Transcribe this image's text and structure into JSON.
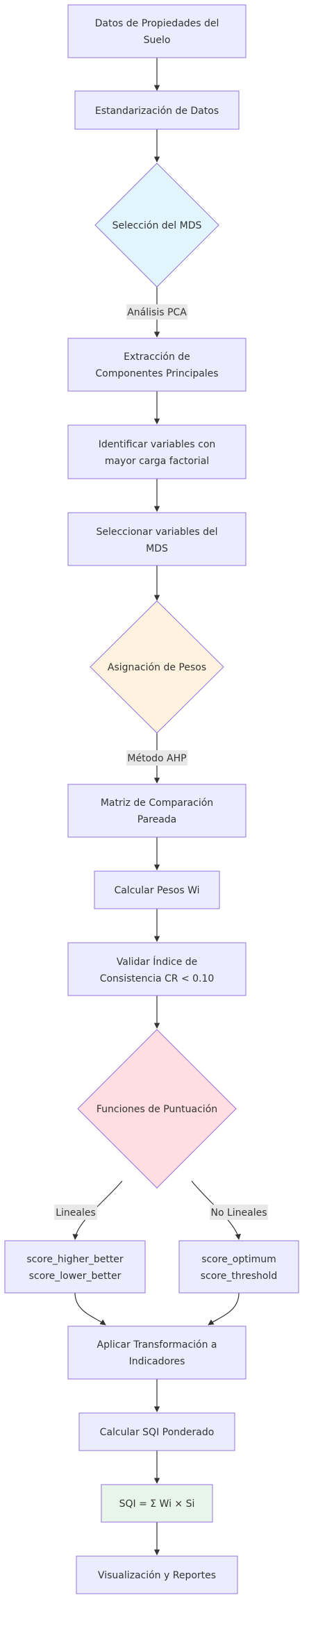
{
  "nodes": {
    "soil_data": {
      "lines": [
        "Datos de Propiedades del",
        "Suelo"
      ]
    },
    "standardize": {
      "lines": [
        "Estandarización de Datos"
      ]
    },
    "mds_selection": {
      "lines": [
        "Selección del MDS"
      ]
    },
    "pca_extraction": {
      "lines": [
        "Extracción de",
        "Componentes Principales"
      ]
    },
    "identify_vars": {
      "lines": [
        "Identificar variables con",
        "mayor carga factorial"
      ]
    },
    "select_vars": {
      "lines": [
        "Seleccionar variables del",
        "MDS"
      ]
    },
    "weights": {
      "lines": [
        "Asignación de Pesos"
      ]
    },
    "pairwise_matrix": {
      "lines": [
        "Matriz de Comparación",
        "Pareada"
      ]
    },
    "calc_weights": {
      "lines": [
        "Calcular Pesos Wi"
      ]
    },
    "validate_cr": {
      "lines": [
        "Validar Índice de",
        "Consistencia CR < 0.10"
      ]
    },
    "scoring_functions": {
      "lines": [
        "Funciones de Puntuación"
      ]
    },
    "linear_scores": {
      "lines": [
        "score_higher_better",
        "score_lower_better"
      ]
    },
    "nonlinear_scores": {
      "lines": [
        "score_optimum",
        "score_threshold"
      ]
    },
    "apply_transform": {
      "lines": [
        "Aplicar Transformación a",
        "Indicadores"
      ]
    },
    "weighted_sqi": {
      "lines": [
        "Calcular SQI Ponderado"
      ]
    },
    "sqi_formula": {
      "lines": [
        "SQI = Σ Wi × Si"
      ]
    },
    "reports": {
      "lines": [
        "Visualización y Reportes"
      ]
    }
  },
  "edge_labels": {
    "pca": "Análisis PCA",
    "ahp": "Método AHP",
    "linear": "Lineales",
    "nonlinear": "No Lineales"
  },
  "colors": {
    "node_fill": "#ececff",
    "node_stroke": "#9370db",
    "mds_diamond_fill": "#e1f5fe",
    "weights_diamond_fill": "#fff3e0",
    "scoring_diamond_fill": "#ffdde1",
    "formula_fill": "#e8f5e9",
    "edge_color": "#333333",
    "edge_label_bg": "#e8e8e8"
  }
}
